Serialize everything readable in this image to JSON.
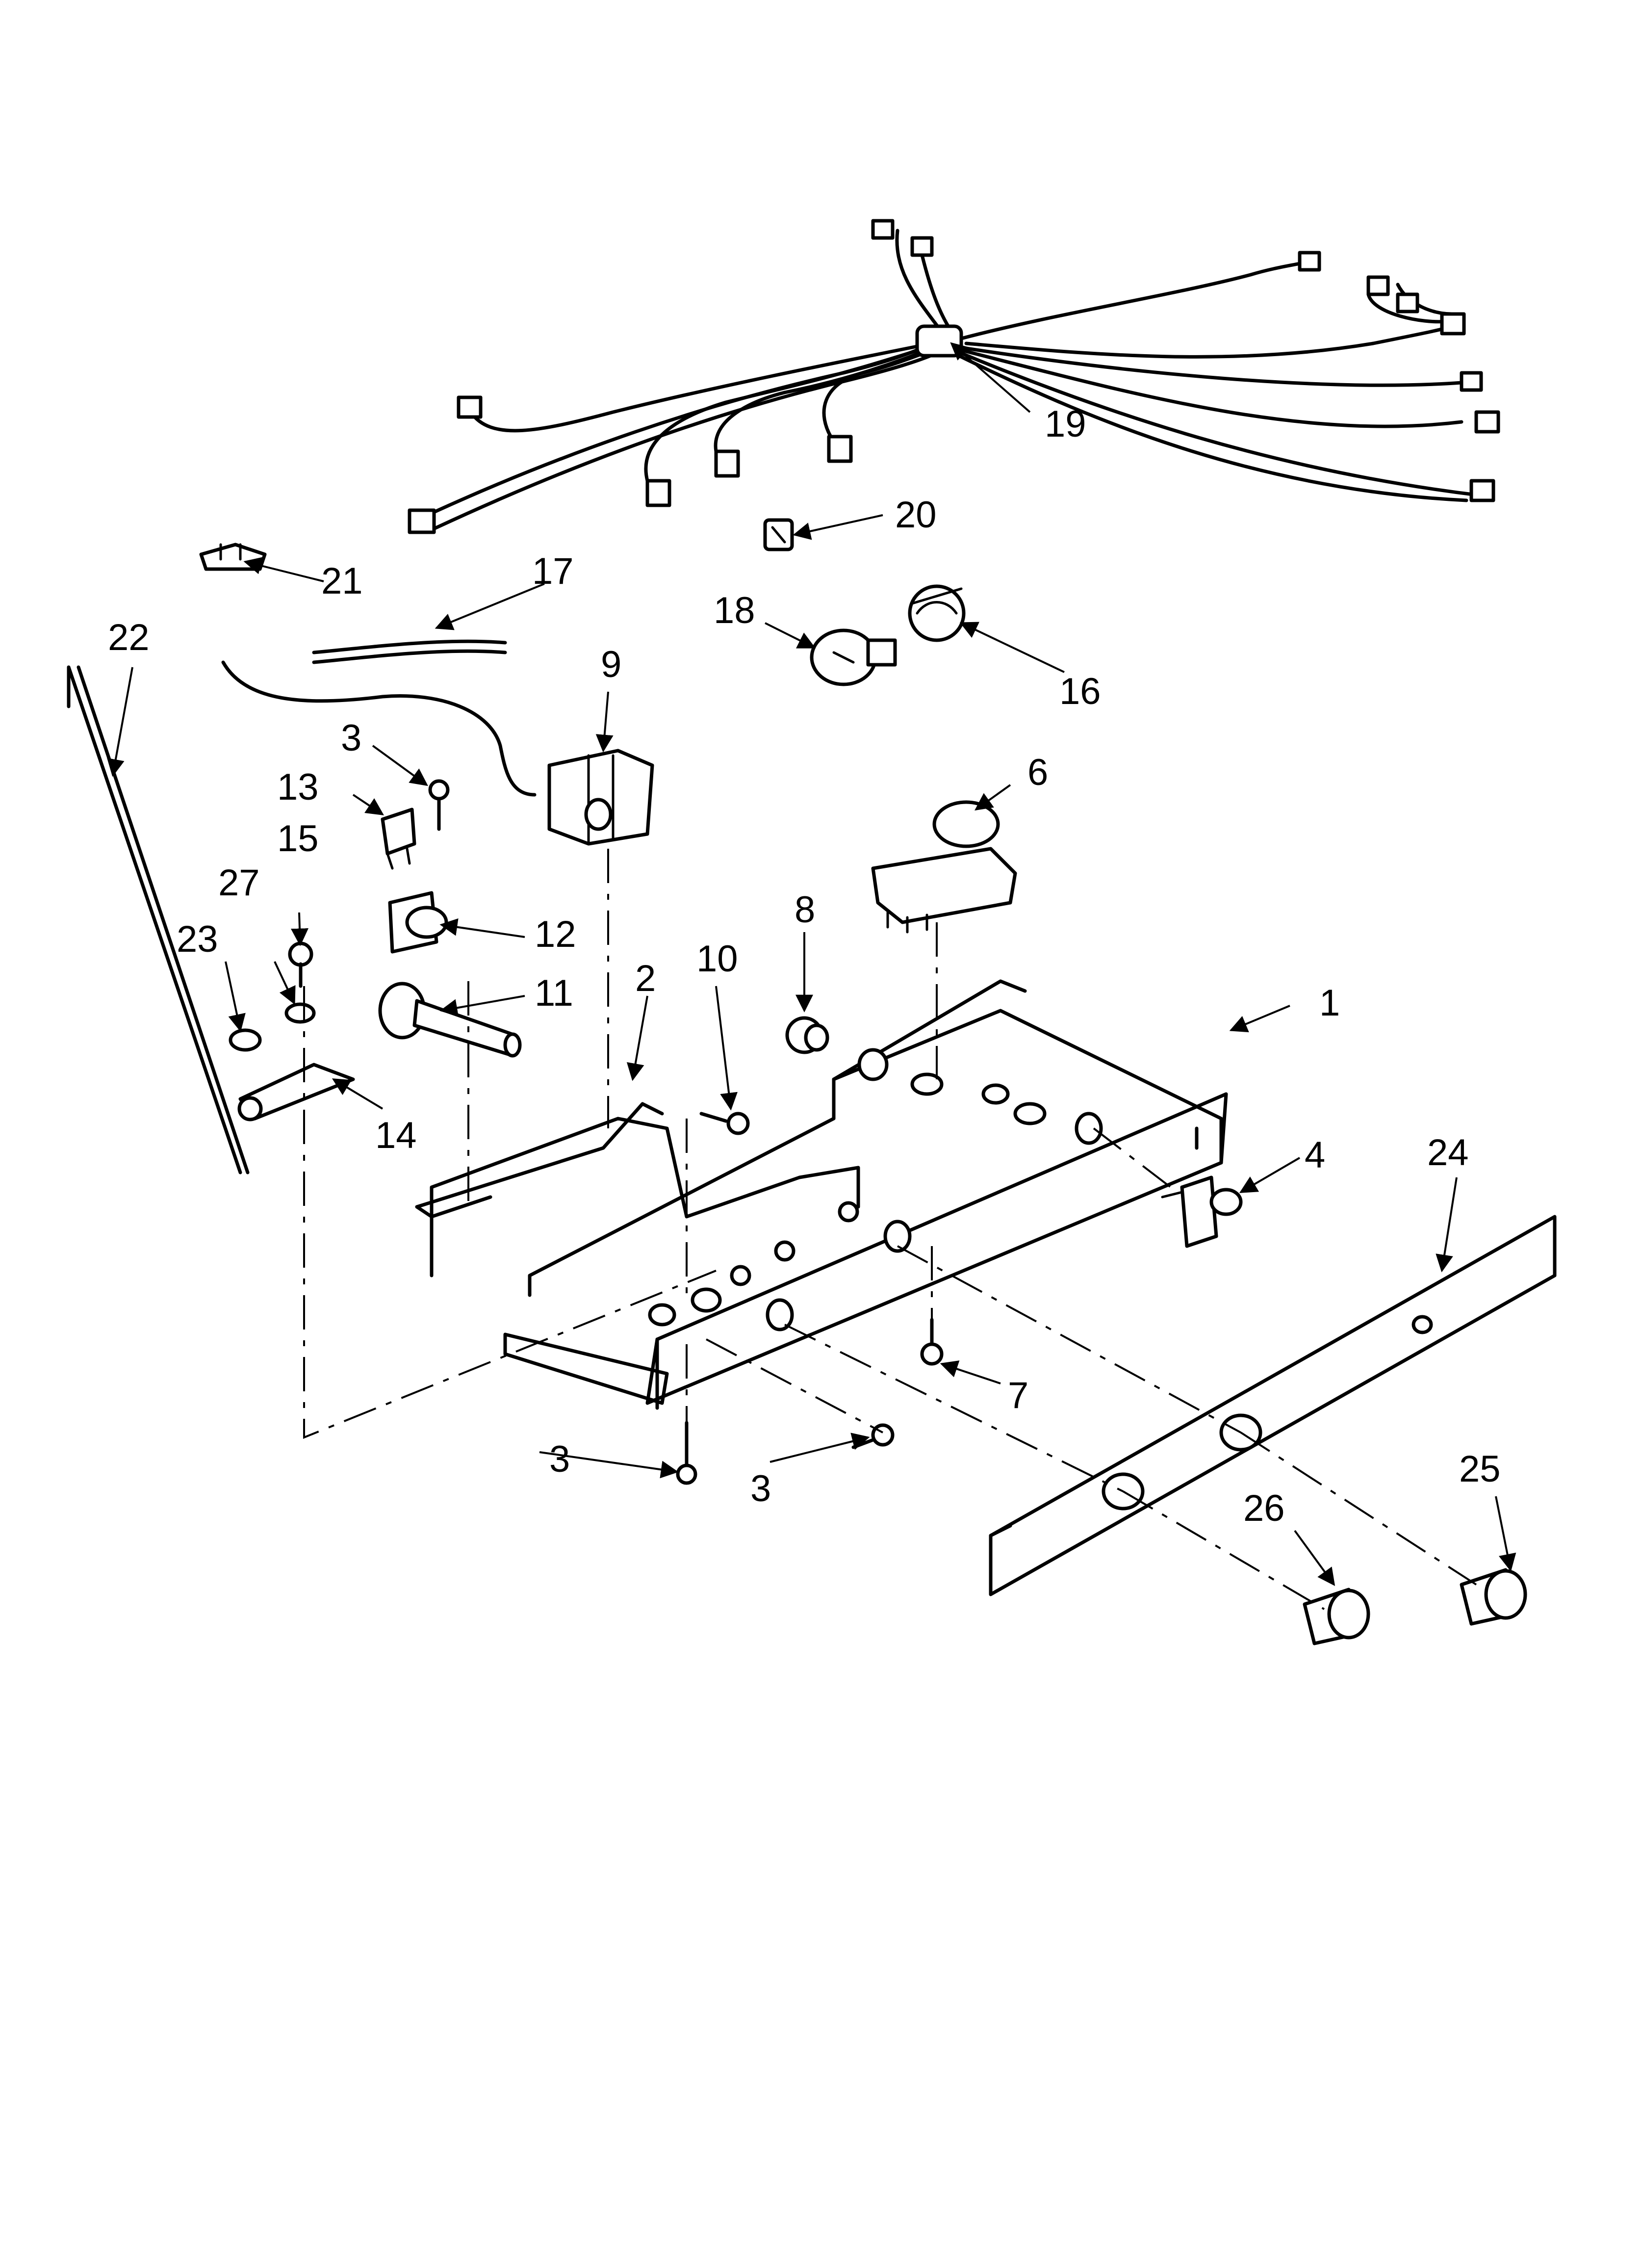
{
  "diagram": {
    "callouts": [
      {
        "id": "c1",
        "label": "1"
      },
      {
        "id": "c2",
        "label": "2"
      },
      {
        "id": "c3a",
        "label": "3"
      },
      {
        "id": "c3b",
        "label": "3"
      },
      {
        "id": "c3c",
        "label": "3"
      },
      {
        "id": "c4",
        "label": "4"
      },
      {
        "id": "c6",
        "label": "6"
      },
      {
        "id": "c7",
        "label": "7"
      },
      {
        "id": "c8",
        "label": "8"
      },
      {
        "id": "c9",
        "label": "9"
      },
      {
        "id": "c10",
        "label": "10"
      },
      {
        "id": "c11",
        "label": "11"
      },
      {
        "id": "c12",
        "label": "12"
      },
      {
        "id": "c13",
        "label": "13"
      },
      {
        "id": "c14",
        "label": "14"
      },
      {
        "id": "c15",
        "label": "15"
      },
      {
        "id": "c16",
        "label": "16"
      },
      {
        "id": "c17",
        "label": "17"
      },
      {
        "id": "c18",
        "label": "18"
      },
      {
        "id": "c19",
        "label": "19"
      },
      {
        "id": "c20",
        "label": "20"
      },
      {
        "id": "c21",
        "label": "21"
      },
      {
        "id": "c22",
        "label": "22"
      },
      {
        "id": "c23",
        "label": "23"
      },
      {
        "id": "c24",
        "label": "24"
      },
      {
        "id": "c25",
        "label": "25"
      },
      {
        "id": "c26",
        "label": "26"
      },
      {
        "id": "c27",
        "label": "27"
      }
    ]
  }
}
